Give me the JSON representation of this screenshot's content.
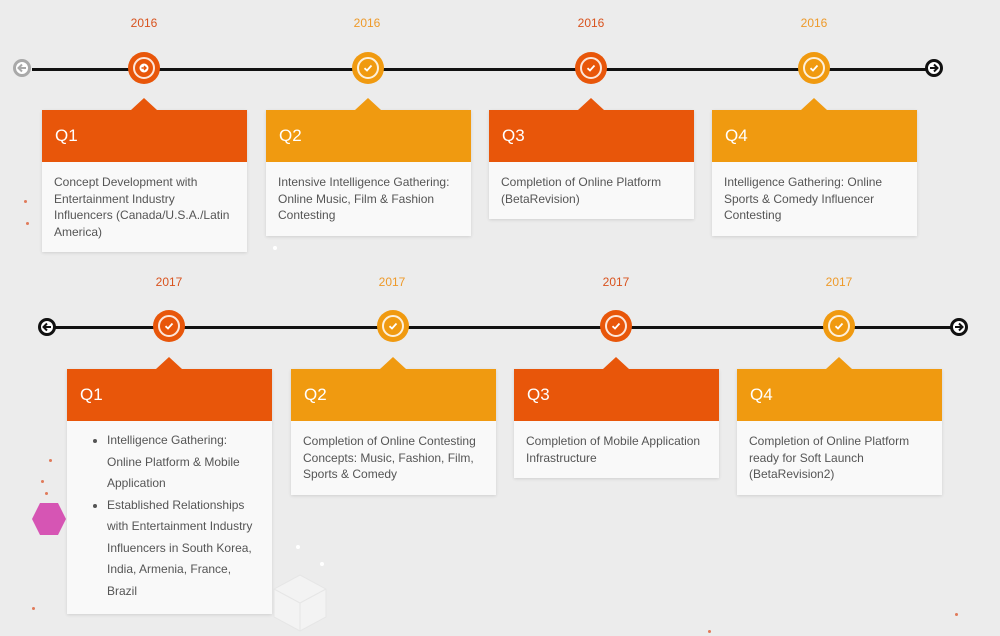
{
  "colors": {
    "orange_dark": "#e8560a",
    "orange_light": "#f09a10",
    "year_dark": "#d9531e",
    "year_light": "#ee9a2a"
  },
  "timelines": [
    {
      "nav_prev_icon": "arrow-left-icon",
      "nav_next_icon": "arrow-right-icon",
      "quarters": [
        {
          "year": "2016",
          "label": "Q1",
          "icon": "arrow-right-circle-icon",
          "text": "Concept Development with Entertainment Industry Influencers (Canada/U.S.A./Latin America)"
        },
        {
          "year": "2016",
          "label": "Q2",
          "icon": "check-icon",
          "text": "Intensive Intelligence Gathering: Online Music, Film & Fashion Contesting"
        },
        {
          "year": "2016",
          "label": "Q3",
          "icon": "check-icon",
          "text": "Completion of Online Platform (BetaRevision)"
        },
        {
          "year": "2016",
          "label": "Q4",
          "icon": "check-icon",
          "text": "Intelligence Gathering: Online Sports & Comedy Influencer Contesting"
        }
      ]
    },
    {
      "nav_prev_icon": "arrow-left-icon",
      "nav_next_icon": "arrow-right-icon",
      "quarters": [
        {
          "year": "2017",
          "label": "Q1",
          "icon": "check-icon",
          "bullets": [
            "Intelligence Gathering: Online Platform & Mobile Application",
            "Established Relationships with Entertainment Industry Influencers in South Korea, India, Armenia, France, Brazil"
          ]
        },
        {
          "year": "2017",
          "label": "Q2",
          "icon": "check-icon",
          "text": "Completion of Online Contesting Concepts: Music, Fashion, Film, Sports & Comedy"
        },
        {
          "year": "2017",
          "label": "Q3",
          "icon": "check-icon",
          "text": "Completion of Mobile Application Infrastructure"
        },
        {
          "year": "2017",
          "label": "Q4",
          "icon": "check-icon",
          "text": "Completion of Online Platform ready for Soft Launch (BetaRevision2)"
        }
      ]
    }
  ]
}
